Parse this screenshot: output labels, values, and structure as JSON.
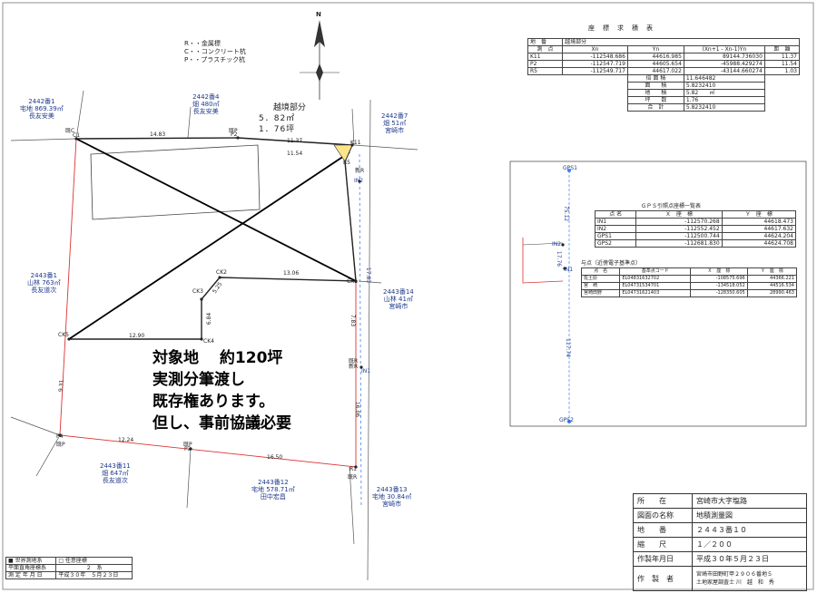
{
  "legend": {
    "r": "R・・金属標",
    "c": "C・・コンクリート杭",
    "p": "P・・プラスチック杭"
  },
  "notice": {
    "line1": "対象地　 約120坪",
    "line2": "実測分筆渡し",
    "line3": "既存権あります。",
    "line4": "但し、事前協議必要"
  },
  "encroach": {
    "title": "越境部分",
    "area_m2": "5．82㎡",
    "area_tsubo": "1．76坪"
  },
  "parcels": {
    "p2442_1": {
      "num": "2442番1",
      "use": "宅地 869.39㎡",
      "owner": "長友安美"
    },
    "p2442_4": {
      "num": "2442番4",
      "use": "畑 480㎡",
      "owner": "長友安美"
    },
    "p2442_7": {
      "num": "2442番7",
      "use": "畑 51㎡",
      "owner": "宮崎市"
    },
    "p2443_1": {
      "num": "2443番1",
      "use": "山林 763㎡",
      "owner": "長友道次"
    },
    "p2443_14": {
      "num": "2443番14",
      "use": "山林 41㎡",
      "owner": "宮崎市"
    },
    "p2443_11": {
      "num": "2443番11",
      "use": "畑 647㎡",
      "owner": "長友道次"
    },
    "p2443_12": {
      "num": "2443番12",
      "use": "宅地 578.71㎡",
      "owner": "田中宏昌"
    },
    "p2443_13": {
      "num": "2443番13",
      "use": "宅地 30.84㎡",
      "owner": "宮崎市"
    }
  },
  "points": {
    "c1": "既C",
    "c1b": "C1",
    "p2a": "既P",
    "p2b": "P2",
    "k11": "K11",
    "ck2": "CK2",
    "ck3": "CK3",
    "ck4": "CK4",
    "ck5": "CK5",
    "ck1": "CK1",
    "r5": "R5",
    "p4a": "P4",
    "p4b": "既P",
    "p3a": "既P",
    "p3b": "P3",
    "r1": "R1",
    "r1b": "既R",
    "in2": "IN2",
    "in1": "IN1",
    "ryr": "既R",
    "new_r": "新R",
    "rr": "新R"
  },
  "dims": {
    "d1": "14.83",
    "d2": "11.37",
    "d3": "11.54",
    "d4": "13.06",
    "d5": "5.25",
    "d6": "6.84",
    "d7": "12.90",
    "d8": "9.31",
    "d9": "12.24",
    "d10": "16.50",
    "d11": "7.83",
    "d12": "16.06",
    "d13": "17.83"
  },
  "coord_table": {
    "title": "座　標　求　積　表",
    "header1": [
      "地　番",
      "越境部分",
      "",
      "",
      ""
    ],
    "header2": [
      "測　点",
      "Xn",
      "Yn",
      "(Xn+1 - Xn-1)Yn",
      "距　離"
    ],
    "rows": [
      [
        "K11",
        "-112548.686",
        "44616.985",
        "89144.736030",
        "11.37"
      ],
      [
        "P2",
        "-112547.719",
        "44605.654",
        "-45988.429274",
        "11.54"
      ],
      [
        "R5",
        "-112549.717",
        "44617.022",
        "-43144.660274",
        "1.03"
      ]
    ],
    "sum_rows": [
      [
        "倍 面 積",
        "11.646482"
      ],
      [
        "面　　積",
        "5.8232410"
      ],
      [
        "地　　積",
        "5.82　　㎡"
      ],
      [
        "坪　　数",
        "1.76"
      ]
    ],
    "total_label": "合　計",
    "total_value": "5.8232410"
  },
  "gps": {
    "gps1": "GPS1",
    "gps2": "GPS2",
    "in2": "IN2",
    "in1": "IN1",
    "dist1": "75.12",
    "dist2": "17.76",
    "dist3": "117.74",
    "table_title": "ＧＰＳ引照点座標一覧表",
    "headers": [
      "点 名",
      "Ｘ　座　標",
      "Ｙ　座　標"
    ],
    "rows": [
      [
        "IN1",
        "-112570.268",
        "44618.473"
      ],
      [
        "IN2",
        "-112552.452",
        "44617.632"
      ],
      [
        "GPS1",
        "-112500.744",
        "44624.204"
      ],
      [
        "GPS2",
        "-112681.830",
        "44624.708"
      ]
    ],
    "ref_title": "与点（近傍電子基準点）",
    "ref_headers": [
      "点　名",
      "基準点コード",
      "Ｘ　座　標",
      "Ｙ　座　標"
    ],
    "ref_rows": [
      [
        "佐土原",
        "EL04831632702",
        "-108575.696",
        "44366.221"
      ],
      [
        "宮　崎",
        "EL04731534701",
        "-134518.052",
        "44516.534"
      ],
      [
        "宮崎田野",
        "EL04731621403",
        "-128350.605",
        "28990.463"
      ]
    ]
  },
  "title_block": {
    "rows": [
      [
        "所　　在",
        "宮崎市大字塩路"
      ],
      [
        "図面の名称",
        "地積測量図"
      ],
      [
        "地　　番",
        "２４４３番１０"
      ],
      [
        "縮　　尺",
        "１／２００"
      ],
      [
        "作製年月日",
        "平成３０年５月２３日"
      ]
    ],
    "maker_label": "作　製　者",
    "maker_addr": "宮崎市田野町甲２９０６番地５",
    "maker_name": "土地家屋調査士 川　越　和　秀"
  },
  "bottom_left": {
    "a": "■ 世界測地系",
    "b": "□ 任意座標",
    "c": "平面直角座標系",
    "c2": "２　系",
    "d": "測 定 年 月 日",
    "d2": "平成３０年　５月２３日"
  },
  "north": "N"
}
